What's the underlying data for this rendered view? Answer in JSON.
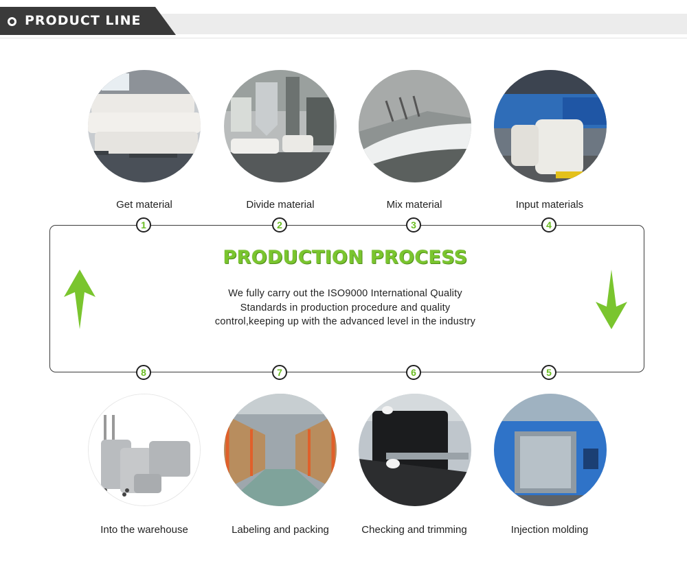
{
  "header": {
    "title": "PRODUCT LINE"
  },
  "process": {
    "title": "PRODUCTION PROCESS",
    "description": "We fully carry out the ISO9000 International Quality Standards in production procedure and quality control,keeping up with the advanced level in the industry"
  },
  "steps": [
    {
      "number": "1",
      "label": "Get material"
    },
    {
      "number": "2",
      "label": "Divide material"
    },
    {
      "number": "3",
      "label": "Mix material"
    },
    {
      "number": "4",
      "label": "Input materials"
    },
    {
      "number": "5",
      "label": "Injection molding"
    },
    {
      "number": "6",
      "label": "Checking and trimming"
    },
    {
      "number": "7",
      "label": "Labeling and packing"
    },
    {
      "number": "8",
      "label": "Into the warehouse"
    }
  ],
  "colors": {
    "accent_green": "#7ac52e",
    "dark": "#3a3a3a",
    "header_bar": "#ececec"
  },
  "icons": {
    "up": "arrow-up-icon",
    "down": "arrow-down-icon"
  }
}
